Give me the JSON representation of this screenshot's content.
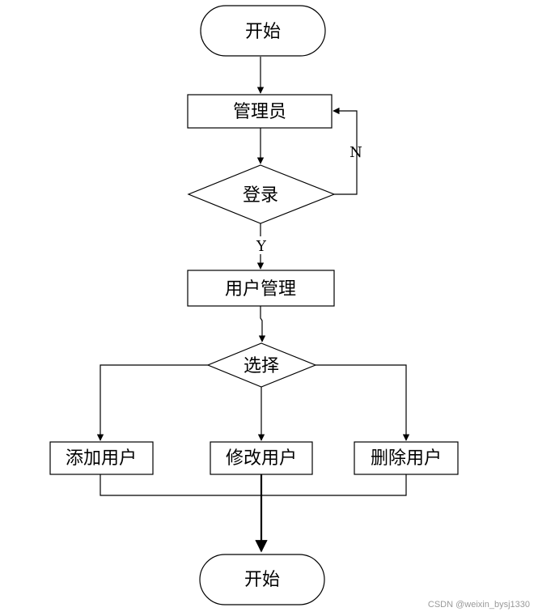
{
  "nodes": {
    "start": "开始",
    "admin": "管理员",
    "login": "登录",
    "user_mgmt": "用户管理",
    "choose": "选择",
    "add_user": "添加用户",
    "edit_user": "修改用户",
    "delete_user": "删除用户",
    "end": "开始"
  },
  "edges": {
    "yes": "Y",
    "no": "N"
  },
  "watermark": "CSDN @weixin_bysj1330"
}
